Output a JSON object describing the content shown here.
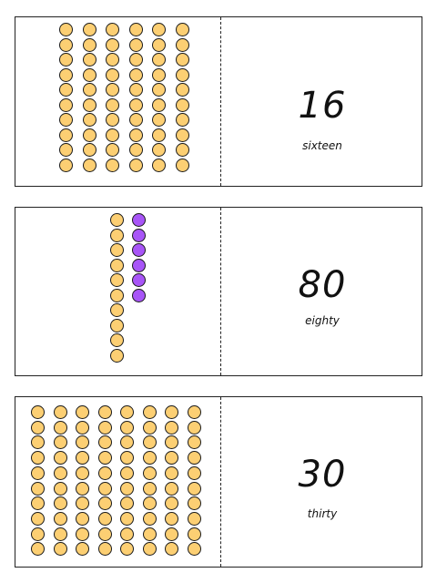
{
  "colors": {
    "ten_bead": "#fccf73",
    "unit_bead": "#a855f7",
    "outline": "#1a1a1a"
  },
  "cards": [
    {
      "number": "16",
      "word": "sixteen",
      "ten_bars": 6,
      "unit_beads": 0
    },
    {
      "number": "80",
      "word": "eighty",
      "ten_bars": 1,
      "unit_beads": 6
    },
    {
      "number": "30",
      "word": "thirty",
      "ten_bars": 8,
      "unit_beads": 0
    }
  ]
}
